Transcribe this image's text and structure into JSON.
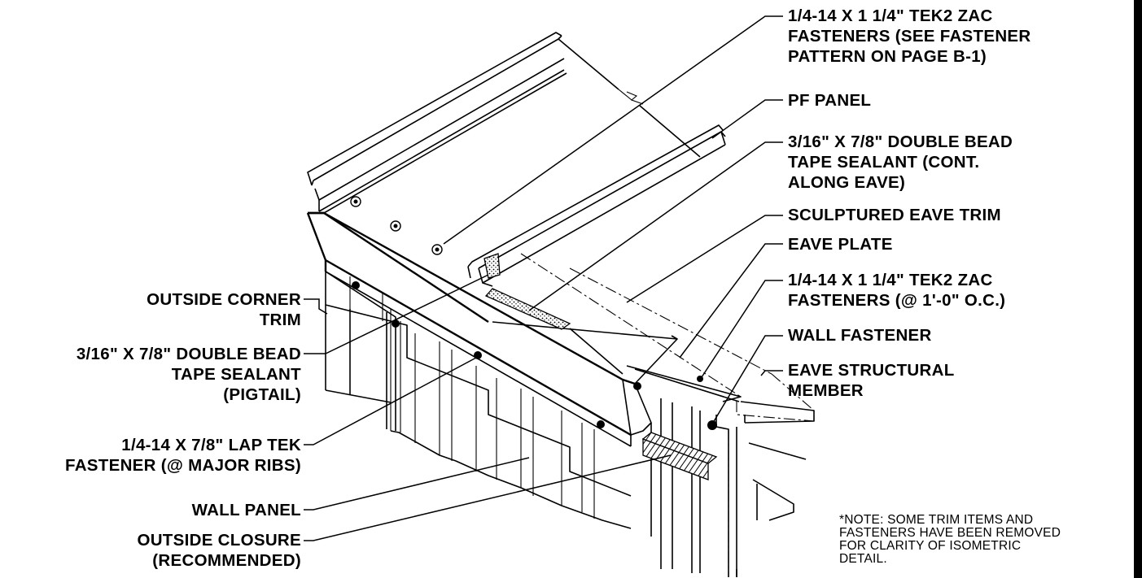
{
  "callouts_right": [
    {
      "id": "tek2-zac-fasteners-pattern",
      "text": "1/4-14 X 1 1/4\" TEK2 ZAC\nFASTENERS (SEE FASTENER\nPATTERN ON PAGE B-1)"
    },
    {
      "id": "pf-panel",
      "text": "PF PANEL"
    },
    {
      "id": "tape-sealant-eave",
      "text": "3/16\" X 7/8\" DOUBLE BEAD\nTAPE SEALANT (CONT.\nALONG EAVE)"
    },
    {
      "id": "sculptured-eave-trim",
      "text": "SCULPTURED EAVE TRIM"
    },
    {
      "id": "eave-plate",
      "text": "EAVE PLATE"
    },
    {
      "id": "tek2-zac-fasteners-oc",
      "text": "1/4-14 X 1 1/4\" TEK2 ZAC\nFASTENERS (@ 1'-0\" O.C.)"
    },
    {
      "id": "wall-fastener",
      "text": "WALL FASTENER"
    },
    {
      "id": "eave-structural-member",
      "text": "EAVE STRUCTURAL\nMEMBER"
    }
  ],
  "callouts_left": [
    {
      "id": "outside-corner-trim",
      "text": "OUTSIDE CORNER\nTRIM"
    },
    {
      "id": "tape-sealant-pigtail",
      "text": "3/16\" X 7/8\" DOUBLE BEAD\nTAPE SEALANT\n(PIGTAIL)"
    },
    {
      "id": "lap-tek-fastener",
      "text": "1/4-14 X 7/8\" LAP TEK\nFASTENER (@ MAJOR RIBS)"
    },
    {
      "id": "wall-panel",
      "text": "WALL PANEL"
    },
    {
      "id": "outside-closure",
      "text": "OUTSIDE CLOSURE\n(RECOMMENDED)"
    }
  ],
  "note": "*NOTE: SOME TRIM ITEMS AND\nFASTENERS HAVE BEEN REMOVED\nFOR CLARITY OF ISOMETRIC\nDETAIL."
}
